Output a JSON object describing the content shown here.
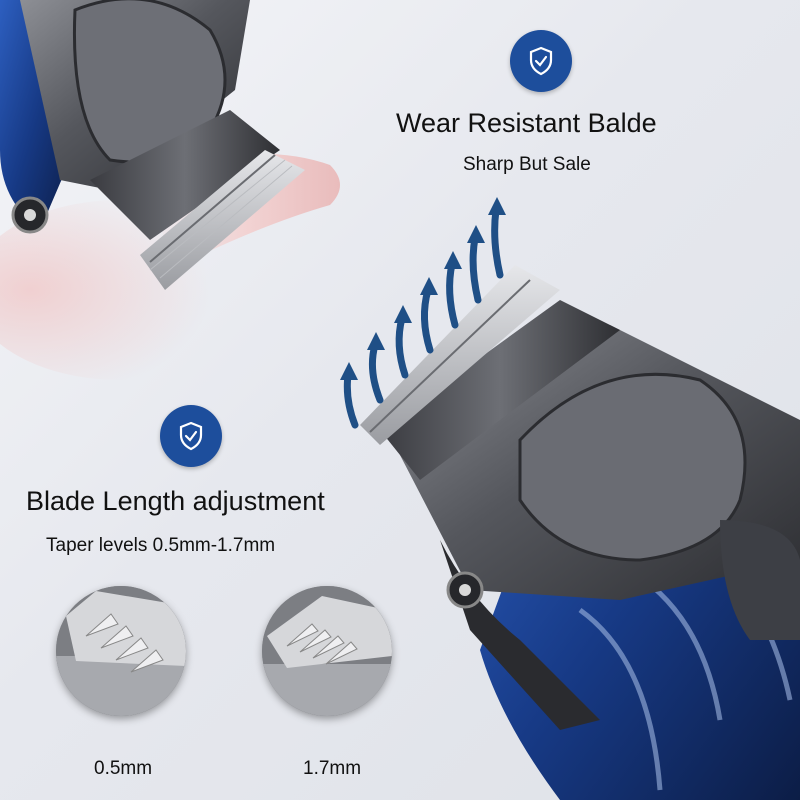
{
  "features": {
    "wear": {
      "title": "Wear Resistant Balde",
      "subtitle": "Sharp But Sale",
      "icon": "shield-check-icon"
    },
    "length": {
      "title": "Blade Length adjustment",
      "subtitle": "Taper levels 0.5mm-1.7mm",
      "icon": "shield-check-icon"
    }
  },
  "zoom_views": [
    {
      "label": "0.5mm"
    },
    {
      "label": "1.7mm"
    }
  ],
  "colors": {
    "badge": "#1d4e9c",
    "arrow": "#1f4f86",
    "housing_blue": "#1f3f86",
    "housing_gunmetal": "#4a4c52"
  }
}
